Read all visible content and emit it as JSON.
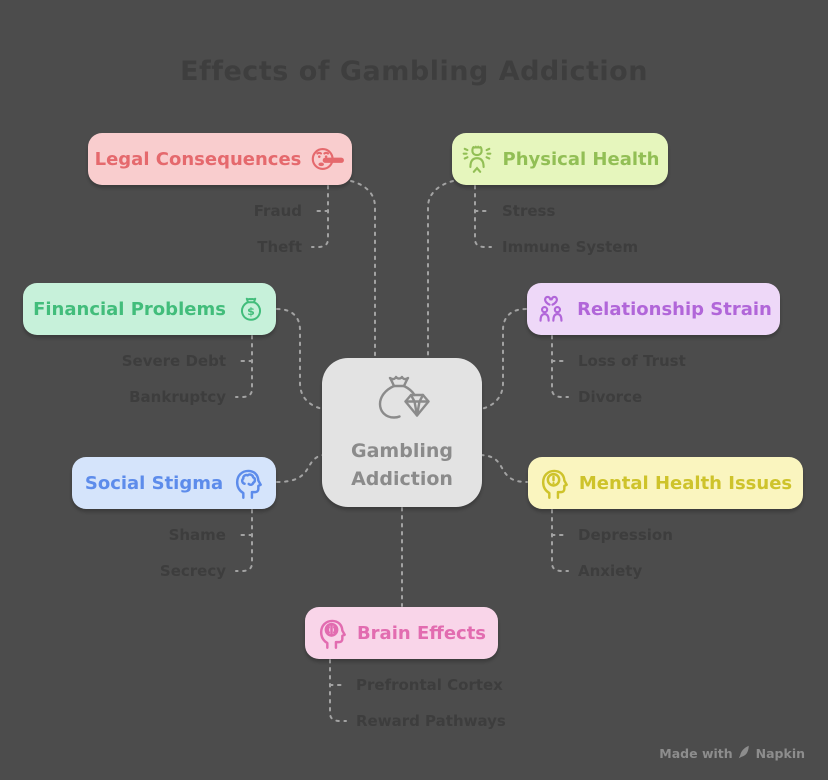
{
  "title": "Effects of Gambling Addiction",
  "center": {
    "icon": "money-bag-diamond-icon",
    "label_lines": [
      "Gambling",
      "Addiction"
    ]
  },
  "branches": [
    {
      "label": "Legal Consequences",
      "icon": "lying-face-icon",
      "color_bg": "#f9cdce",
      "color_fg": "#e5696d",
      "children": [
        "Fraud",
        "Theft"
      ]
    },
    {
      "label": "Physical Health",
      "icon": "energized-person-icon",
      "color_bg": "#e6f6bd",
      "color_fg": "#92bf55",
      "children": [
        "Stress",
        "Immune System"
      ]
    },
    {
      "label": "Financial Problems",
      "icon": "money-bag-icon",
      "color_bg": "#c7f1da",
      "color_fg": "#42bd7b",
      "children": [
        "Severe Debt",
        "Bankruptcy"
      ]
    },
    {
      "label": "Relationship Strain",
      "icon": "broken-heart-couple-icon",
      "color_bg": "#eed8f8",
      "color_fg": "#b166d9",
      "children": [
        "Loss of Trust",
        "Divorce"
      ]
    },
    {
      "label": "Social Stigma",
      "icon": "head-brain-icon",
      "color_bg": "#d5e4fb",
      "color_fg": "#5d8ceb",
      "children": [
        "Shame",
        "Secrecy"
      ]
    },
    {
      "label": "Mental Health Issues",
      "icon": "head-exclamation-icon",
      "color_bg": "#faf5bf",
      "color_fg": "#cec32b",
      "children": [
        "Depression",
        "Anxiety"
      ]
    },
    {
      "label": "Brain Effects",
      "icon": "head-brain-circle-icon",
      "color_bg": "#f9d5e9",
      "color_fg": "#e26cb0",
      "children": [
        "Prefrontal Cortex",
        "Reward Pathways"
      ]
    }
  ],
  "watermark": {
    "prefix": "Made with",
    "brand": "Napkin",
    "icon": "napkin-logo-icon"
  },
  "colors": {
    "background": "#4c4c4c",
    "title_text": "#3e3e3e",
    "sublabel_text": "#3d3d3d",
    "connector": "#a3a3a3",
    "center_bg": "#e3e3e3",
    "center_fg": "#8b8b8b"
  }
}
